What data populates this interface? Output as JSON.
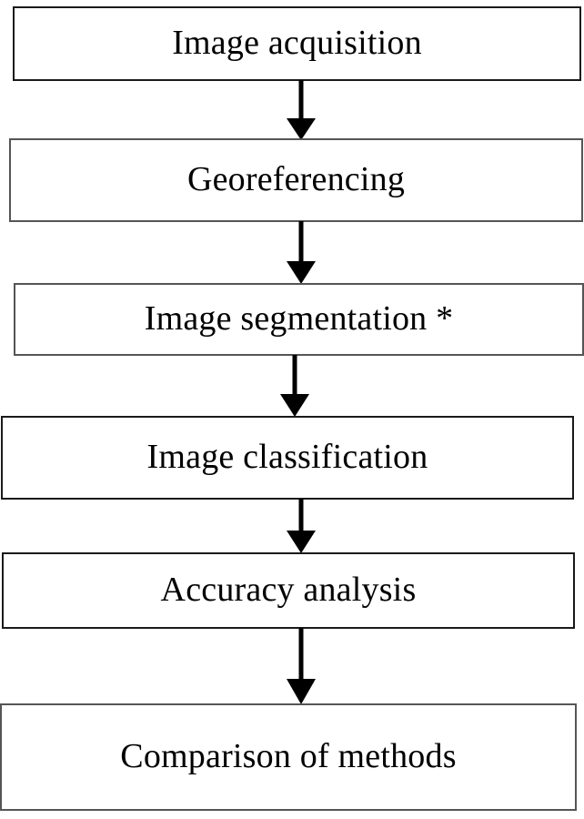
{
  "diagram": {
    "type": "flowchart",
    "orientation": "vertical-top-to-bottom",
    "background_color": "#ffffff",
    "box_border_color": "#1a1a1a",
    "text_color": "#000000",
    "arrow_color": "#000000",
    "nodes": [
      {
        "id": "n1",
        "label": "Image acquisition"
      },
      {
        "id": "n2",
        "label": "Georeferencing"
      },
      {
        "id": "n3",
        "label": "Image segmentation *"
      },
      {
        "id": "n4",
        "label": "Image classification"
      },
      {
        "id": "n5",
        "label": "Accuracy analysis"
      },
      {
        "id": "n6",
        "label": "Comparison of methods"
      }
    ],
    "edges": [
      {
        "from": "n1",
        "to": "n2",
        "style": "solid-arrow-down"
      },
      {
        "from": "n2",
        "to": "n3",
        "style": "solid-arrow-down"
      },
      {
        "from": "n3",
        "to": "n4",
        "style": "solid-arrow-down"
      },
      {
        "from": "n4",
        "to": "n5",
        "style": "solid-arrow-down"
      },
      {
        "from": "n5",
        "to": "n6",
        "style": "solid-arrow-down"
      }
    ]
  }
}
